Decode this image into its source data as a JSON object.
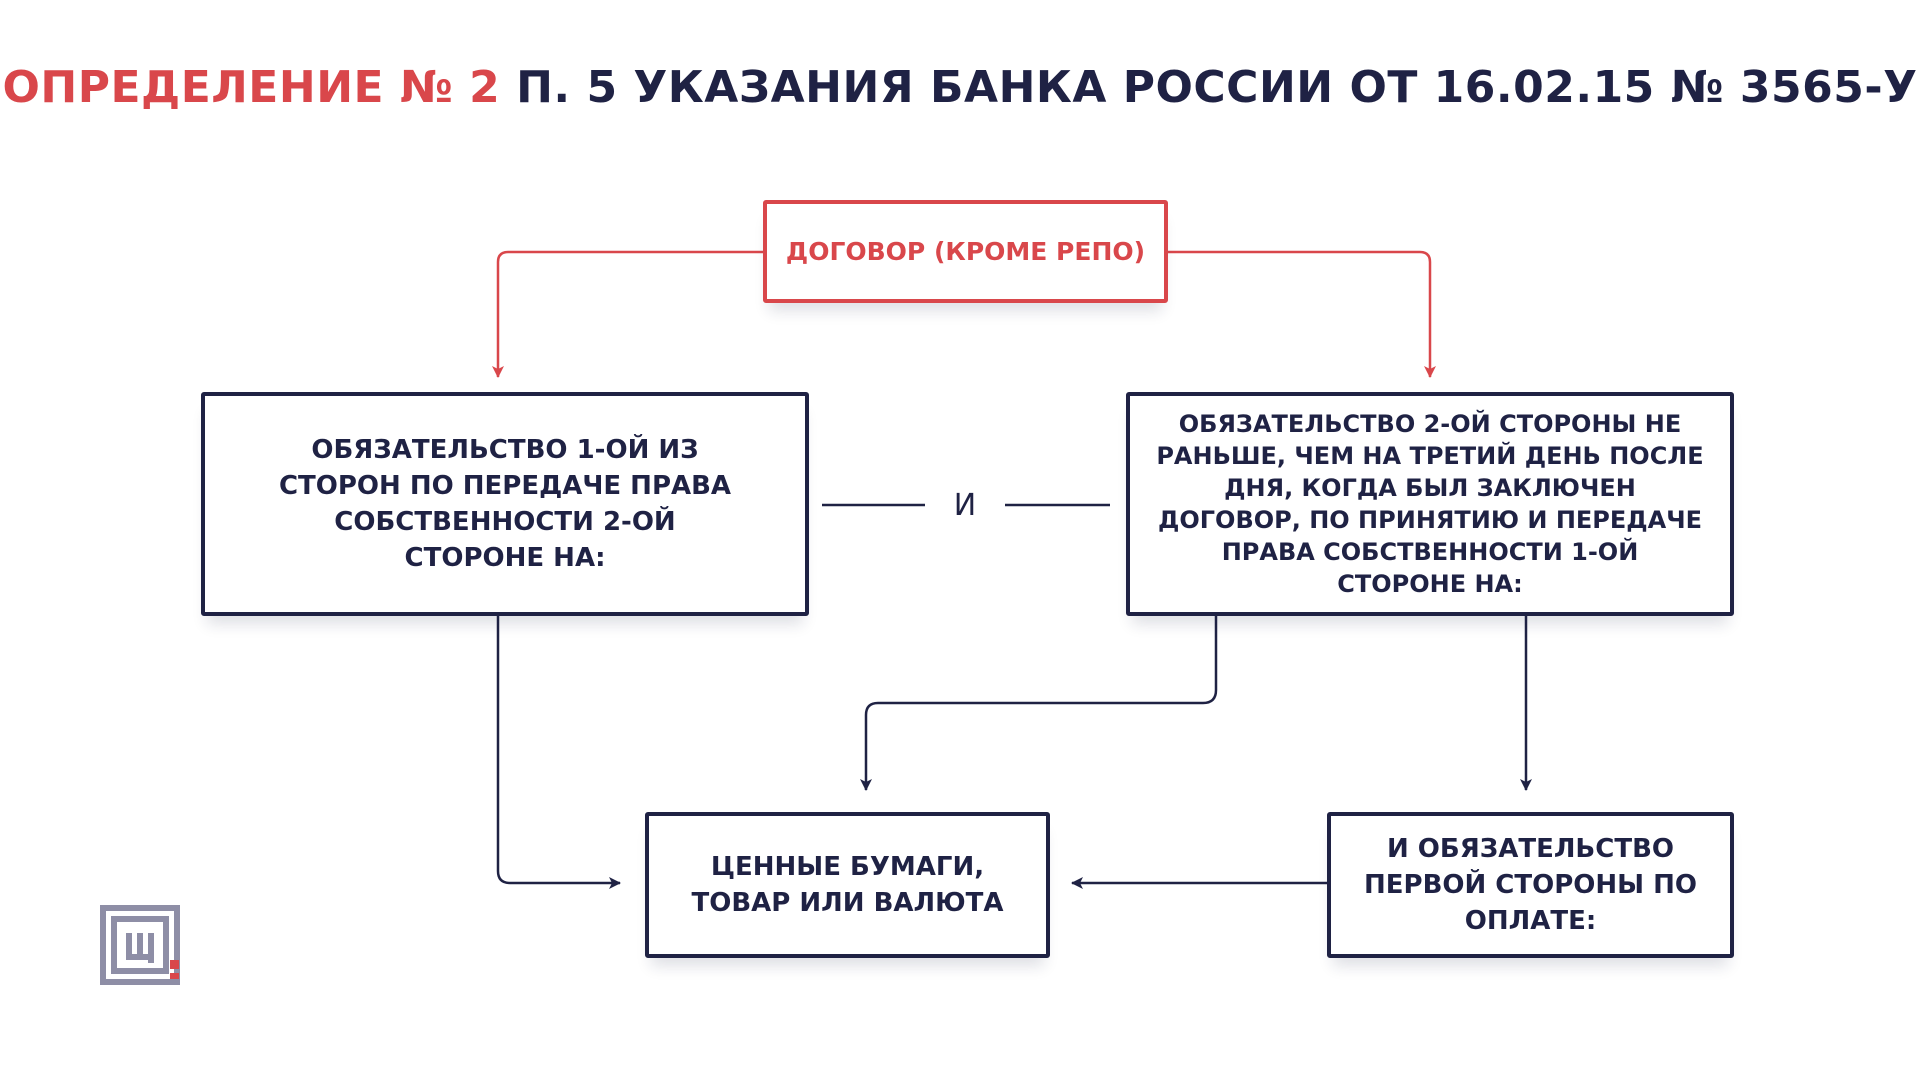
{
  "title": {
    "accent": "ОПРЕДЕЛЕНИЕ № 2",
    "rest": "П. 5 УКАЗАНИЯ БАНКА РОССИИ ОТ 16.02.15 № 3565-У"
  },
  "boxes": {
    "top": "ДОГОВОР (КРОМЕ РЕПО)",
    "left": "ОБЯЗАТЕЛЬСТВО 1-ОЙ ИЗ СТОРОН ПО ПЕРЕДАЧЕ ПРАВА СОБСТВЕННОСТИ 2-ОЙ СТОРОНЕ НА:",
    "right": "ОБЯЗАТЕЛЬСТВО 2-ОЙ СТОРОНЫ НЕ РАНЬШЕ, ЧЕМ НА ТРЕТИЙ ДЕНЬ ПОСЛЕ ДНЯ, КОГДА БЫЛ ЗАКЛЮЧЕН ДОГОВОР, ПО ПРИНЯТИЮ И ПЕРЕДАЧЕ ПРАВА СОБСТВЕННОСТИ 1-ОЙ СТОРОНЕ НА:",
    "bottom_mid": "ЦЕННЫЕ БУМАГИ, ТОВАР ИЛИ ВАЛЮТА",
    "bottom_right": "И ОБЯЗАТЕЛЬСТВО ПЕРВОЙ СТОРОНЫ ПО ОПЛАТЕ:"
  },
  "connector_label": "И",
  "colors": {
    "accent": "#d9474b",
    "navy": "#1f2244",
    "logo": "#8e8ea6"
  },
  "logo_icon": "brand-logo-icon"
}
